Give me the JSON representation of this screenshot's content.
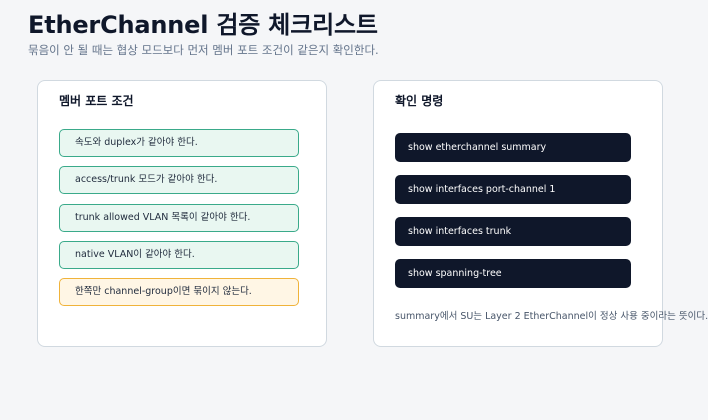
{
  "header": {
    "title": "EtherChannel 검증 체크리스트",
    "subtitle": "묶음이 안 될 때는 협상 모드보다 먼저 멤버 포트 조건이 같은지 확인한다."
  },
  "member_conditions": {
    "title": "멤버 포트 조건",
    "items": [
      "속도와 duplex가 같아야 한다.",
      "access/trunk 모드가 같아야 한다.",
      "trunk allowed VLAN 목록이 같아야 한다.",
      "native VLAN이 같아야 한다.",
      "한쪽만 channel-group이면 묶이지 않는다."
    ]
  },
  "verify_commands": {
    "title": "확인 명령",
    "commands": [
      "show etherchannel summary",
      "show interfaces port-channel 1",
      "show interfaces trunk",
      "show spanning-tree"
    ],
    "note": "summary에서 SU는 Layer 2 EtherChannel이 정상 사용 중이라는 뜻이다."
  },
  "colors": {
    "condition_border": "#3aaa8a",
    "condition_fill": "#e9f7f1",
    "warning_border": "#f0b33a",
    "warning_fill": "#fff6e5",
    "command_fill": "#0f172a"
  }
}
